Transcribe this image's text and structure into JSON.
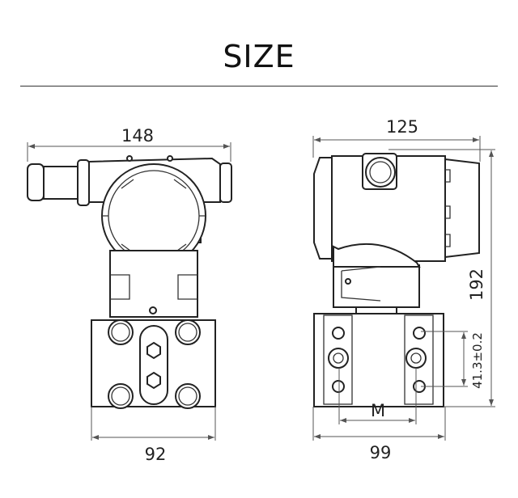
{
  "title": "SIZE",
  "front_view": {
    "width_label": "148",
    "flange_width_label": "92"
  },
  "side_view": {
    "depth_label": "125",
    "height_label": "192",
    "port_spacing_label": "41.3±0.2",
    "center_distance_label": "M",
    "flange_depth_label": "99"
  }
}
